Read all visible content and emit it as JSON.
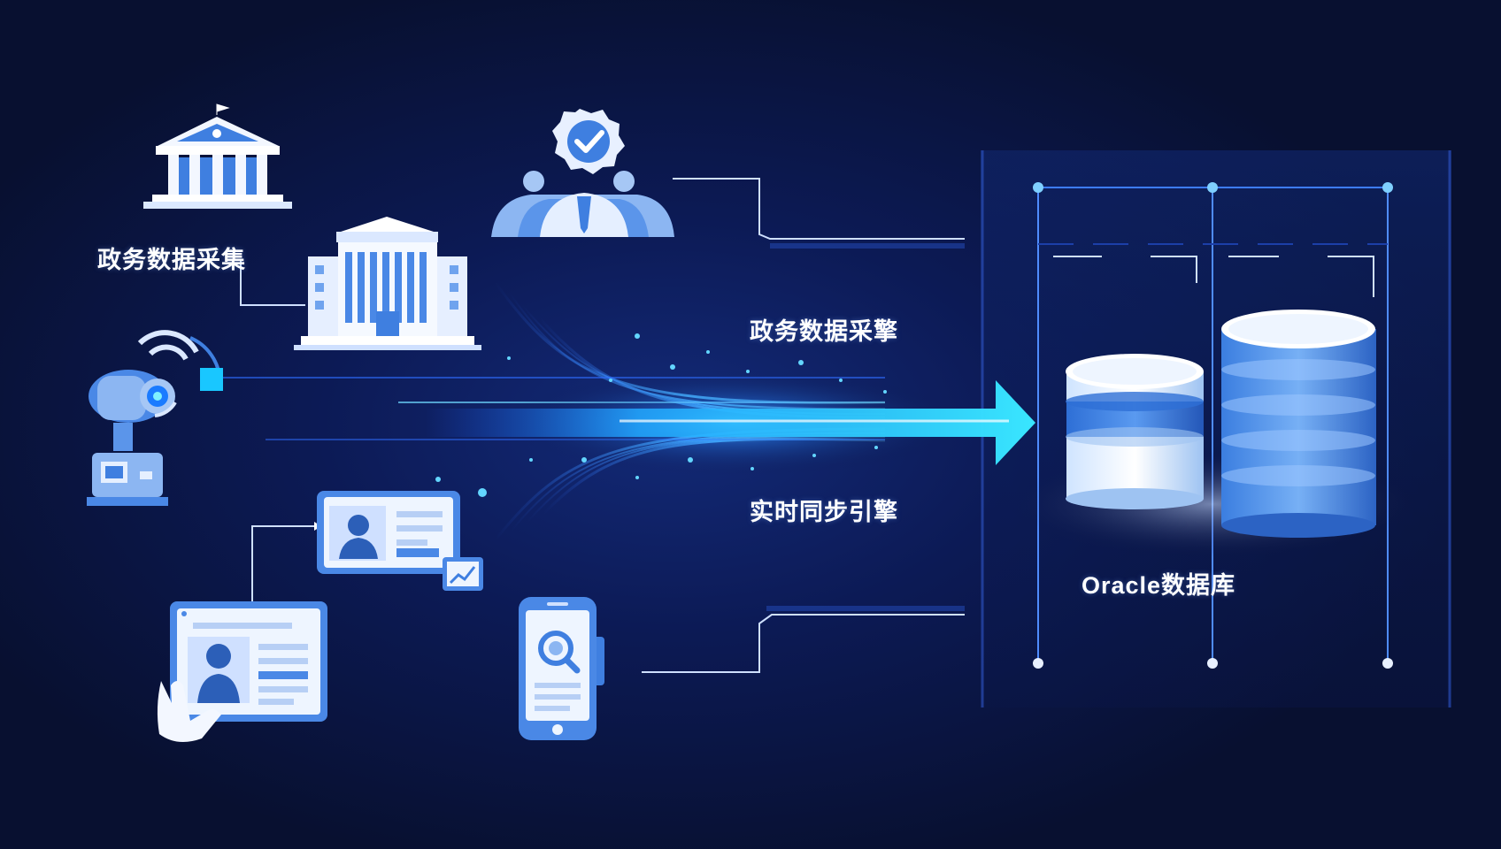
{
  "labels": {
    "collect": "政务数据采集",
    "engine_top": "政务数据采擎",
    "engine_bottom": "实时同步引擎",
    "database": "Oracle数据库"
  },
  "colors": {
    "background": "#0a1440",
    "accent_cyan": "#19d8ff",
    "icon_blue": "#3f7fe0",
    "icon_light": "#e9f1ff"
  },
  "icons": [
    "government-building-icon",
    "office-building-icon",
    "verified-official-icon",
    "surveillance-camera-icon",
    "profile-card-icon",
    "tablet-profile-icon",
    "mobile-search-icon",
    "database-icon"
  ]
}
